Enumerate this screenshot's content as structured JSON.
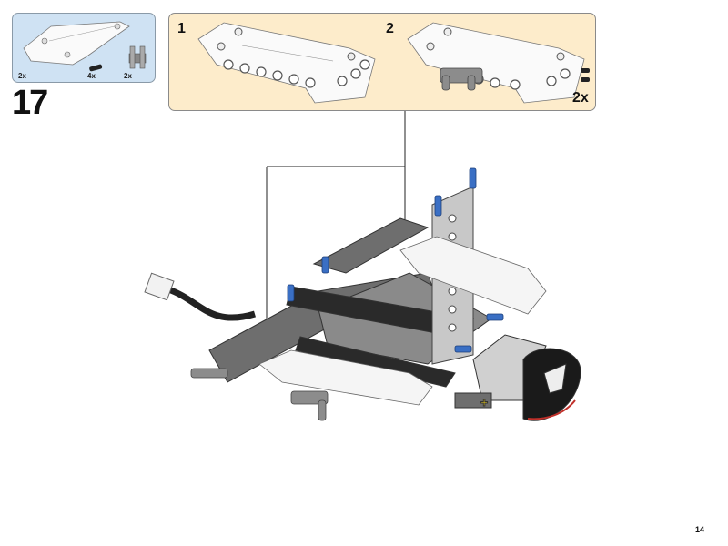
{
  "parts_list": {
    "items": [
      {
        "name": "white-angled-panel",
        "quantity": "2x"
      },
      {
        "name": "black-friction-pin",
        "quantity": "4x"
      },
      {
        "name": "gray-cross-connector",
        "quantity": "2x"
      }
    ]
  },
  "step": {
    "number": "17"
  },
  "substeps": [
    {
      "label": "1"
    },
    {
      "label": "2"
    }
  ],
  "substep_multiplier": "2x",
  "page": {
    "number": "14"
  },
  "colors": {
    "parts_bg": "#cfe2f3",
    "substep_bg": "#fdeccb",
    "dark_gray": "#6b6b6b",
    "light_gray": "#bfbfbf",
    "blue_pin": "#3a6fc4"
  }
}
